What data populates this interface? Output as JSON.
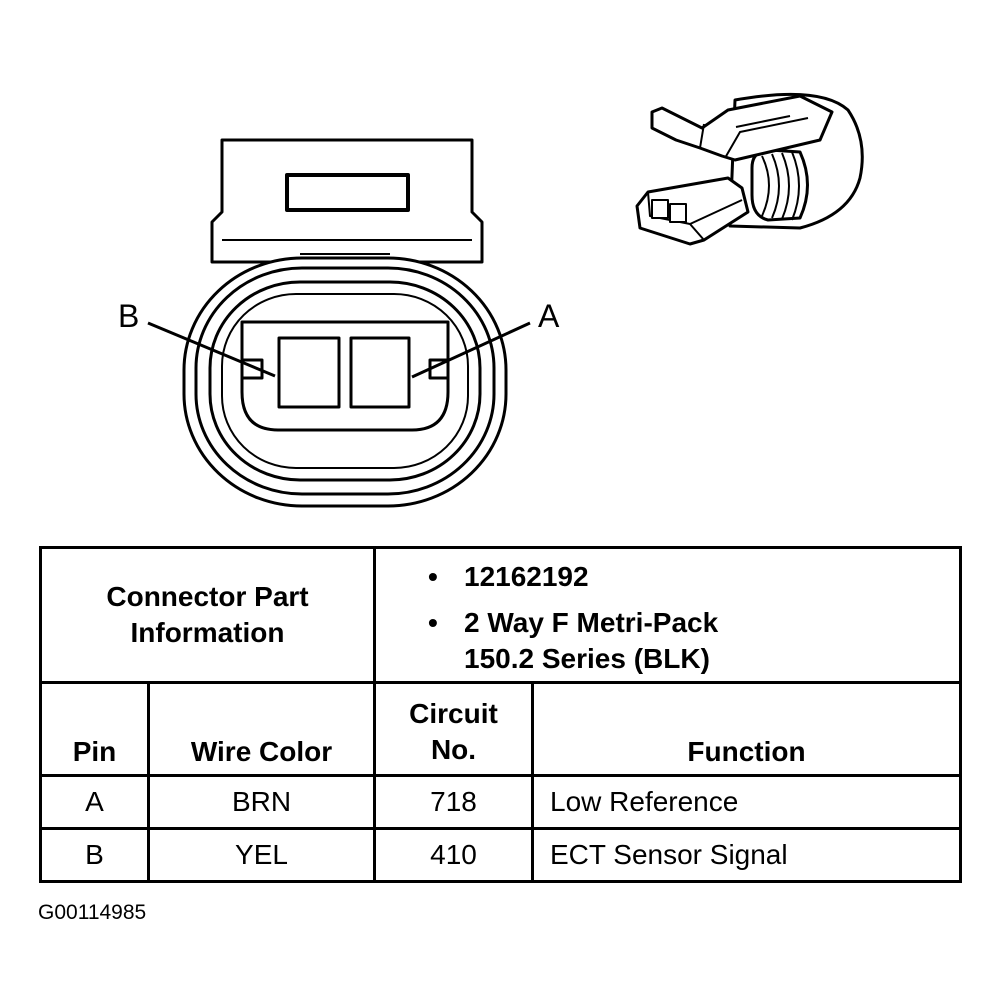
{
  "pin_labels": {
    "b": "B",
    "a": "A"
  },
  "table": {
    "connector_part_label_line1": "Connector Part",
    "connector_part_label_line2": "Information",
    "part_number": "12162192",
    "connector_type_line1": "2 Way F Metri-Pack",
    "connector_type_line2": "150.2 Series (BLK)",
    "bullet": "•",
    "headers": {
      "pin": "Pin",
      "wire_color": "Wire Color",
      "circuit_line1": "Circuit",
      "circuit_line2": "No.",
      "function": "Function"
    },
    "rows": [
      {
        "pin": "A",
        "wire_color": "BRN",
        "circuit": "718",
        "function": "Low Reference"
      },
      {
        "pin": "B",
        "wire_color": "YEL",
        "circuit": "410",
        "function": "ECT Sensor Signal"
      }
    ]
  },
  "figure_code": "G00114985"
}
